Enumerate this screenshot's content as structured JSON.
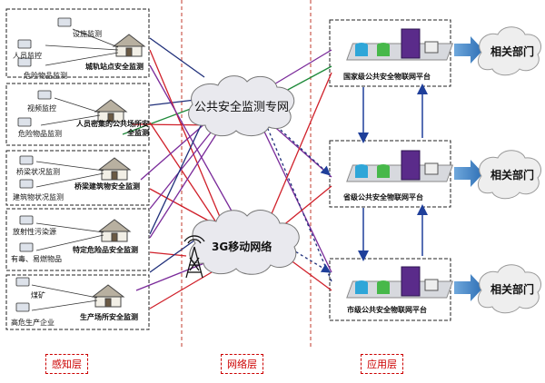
{
  "layers": {
    "perception": "感知层",
    "network": "网络层",
    "application": "应用层"
  },
  "groups": [
    {
      "items": [
        "设施监测",
        "人员监控",
        "危险物品监测"
      ],
      "site": "城轨站点安全监测"
    },
    {
      "items": [
        "视频监控",
        "危险物品监测"
      ],
      "site": "人员密集的公共场所安全监测"
    },
    {
      "items": [
        "桥梁状况监测",
        "建筑物状况监测"
      ],
      "site": "桥梁建筑物安全监测"
    },
    {
      "items": [
        "放射性污染源",
        "有毒、易燃物品"
      ],
      "site": "特定危险品安全监测"
    },
    {
      "items": [
        "煤矿",
        "高危生产企业"
      ],
      "site": "生产场所安全监测"
    }
  ],
  "network": {
    "cloud1": "公共安全监测专网",
    "cloud2": "3G移动网络"
  },
  "platforms": [
    "国家级公共安全物联网平台",
    "省级公共安全物联网平台",
    "市级公共安全物联网平台"
  ],
  "departments": [
    "相关部门",
    "相关部门",
    "相关部门"
  ]
}
